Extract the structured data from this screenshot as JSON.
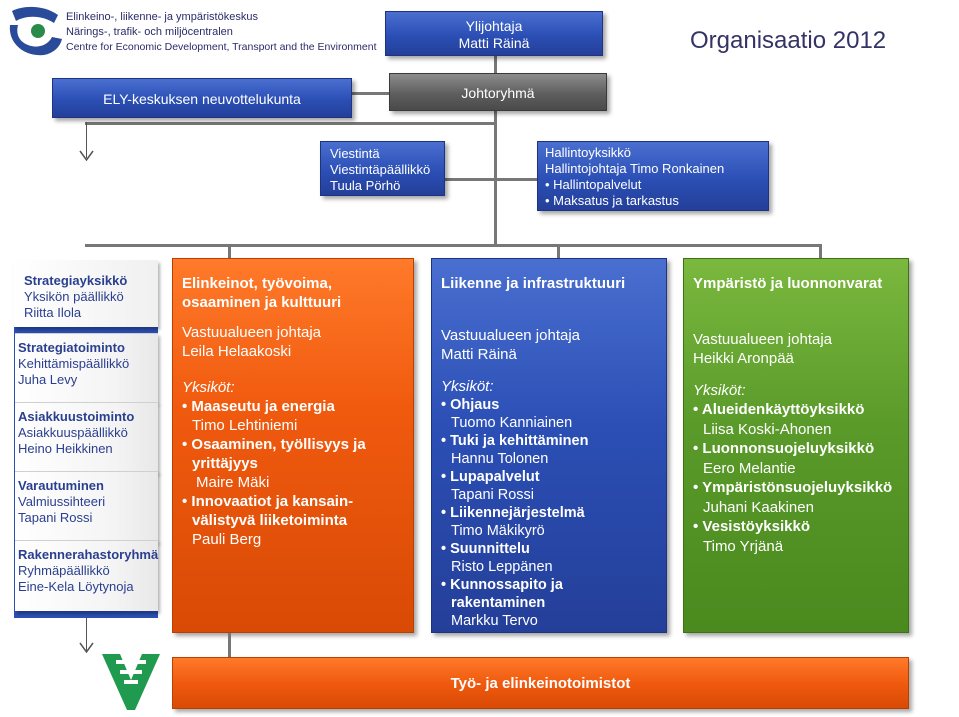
{
  "logo": {
    "line1": "Elinkeino-, liikenne- ja ympäristökeskus",
    "line2": "Närings-, trafik- och miljöcentralen",
    "line3": "Centre for Economic Development, Transport and the Environment"
  },
  "title": "Organisaatio 2012",
  "top": {
    "director_title": "Ylijohtaja",
    "director_name": "Matti Räinä",
    "council": "ELY-keskuksen neuvottelukunta",
    "board": "Johtoryhmä"
  },
  "viestinta": {
    "title": "Viestintä",
    "role": "Viestintäpäällikkö",
    "name": "Tuula Pörhö"
  },
  "hallinto": {
    "title": "Hallintoyksikkö",
    "role": "Hallintojohtaja Timo Ronkainen",
    "items": [
      "Hallintopalvelut",
      "Maksatus ja tarkastus"
    ]
  },
  "strategia": {
    "title": "Strategiayksikkö",
    "role": "Yksikön päällikkö",
    "name": "Riitta Ilola",
    "units": [
      {
        "title": "Strategiatoiminto",
        "role": "Kehittämispäällikkö",
        "name": "Juha Levy"
      },
      {
        "title": "Asiakkuustoiminto",
        "role": "Asiakkuuspäällikkö",
        "name": "Heino Heikkinen"
      },
      {
        "title": "Varautuminen",
        "role": "Valmiussihteeri",
        "name": "Tapani Rossi"
      },
      {
        "title": "Rakennerahastoryhmä",
        "role": "Ryhmäpäällikkö",
        "name": "Eine-Kela Löytynoja"
      }
    ]
  },
  "elinkeinot": {
    "title": "Elinkeinot, työvoima, osaaminen ja kulttuuri",
    "lead_label": "Vastuualueen johtaja",
    "lead_name": "Leila Helaakoski",
    "units_label": "Yksiköt:",
    "units": [
      {
        "title": "Maaseutu ja energia",
        "name": "Timo Lehtiniemi"
      },
      {
        "title": "Osaaminen, työllisyys ja yrittäjyys",
        "name": "Maire Mäki"
      },
      {
        "title": "Innovaatiot ja  kansain-välistyvä liiketoiminta",
        "name": "Pauli Berg"
      }
    ]
  },
  "liikenne": {
    "title": "Liikenne ja infrastruktuuri",
    "lead_label": "Vastuualueen johtaja",
    "lead_name": "Matti Räinä",
    "units_label": "Yksiköt:",
    "units": [
      {
        "title": "Ohjaus",
        "name": "Tuomo Kanniainen"
      },
      {
        "title": "Tuki ja kehittäminen",
        "name": "Hannu Tolonen"
      },
      {
        "title": "Lupapalvelut",
        "name": "Tapani Rossi"
      },
      {
        "title": "Liikennejärjestelmä",
        "name": "Timo Mäkikyrö"
      },
      {
        "title": "Suunnittelu",
        "name": "Risto Leppänen"
      },
      {
        "title": "Kunnossapito ja rakentaminen",
        "name": "Markku Tervo"
      }
    ]
  },
  "ymparisto": {
    "title": "Ympäristö ja luonnonvarat",
    "lead_label": "Vastuualueen johtaja",
    "lead_name": "Heikki Aronpää",
    "units_label": "Yksiköt:",
    "units": [
      {
        "title": "Alueidenkäyttöyksikkö",
        "name": "Liisa Koski-Ahonen"
      },
      {
        "title": "Luonnonsuojeluyksikkö",
        "name": "Eero Melantie"
      },
      {
        "title": "Ympäristönsuojeluyksikkö",
        "name": "Juhani Kaakinen"
      },
      {
        "title": "Vesistöyksikkö",
        "name": "Timo Yrjänä"
      }
    ]
  },
  "footer": {
    "te_office": "Työ- ja elinkeinotoimistot"
  },
  "colors": {
    "blue": "#2b4fb5",
    "orange": "#f05a0f",
    "green": "#5a9a2a",
    "gray": "#5e5e5e",
    "logo_green": "#1f9a4e"
  }
}
